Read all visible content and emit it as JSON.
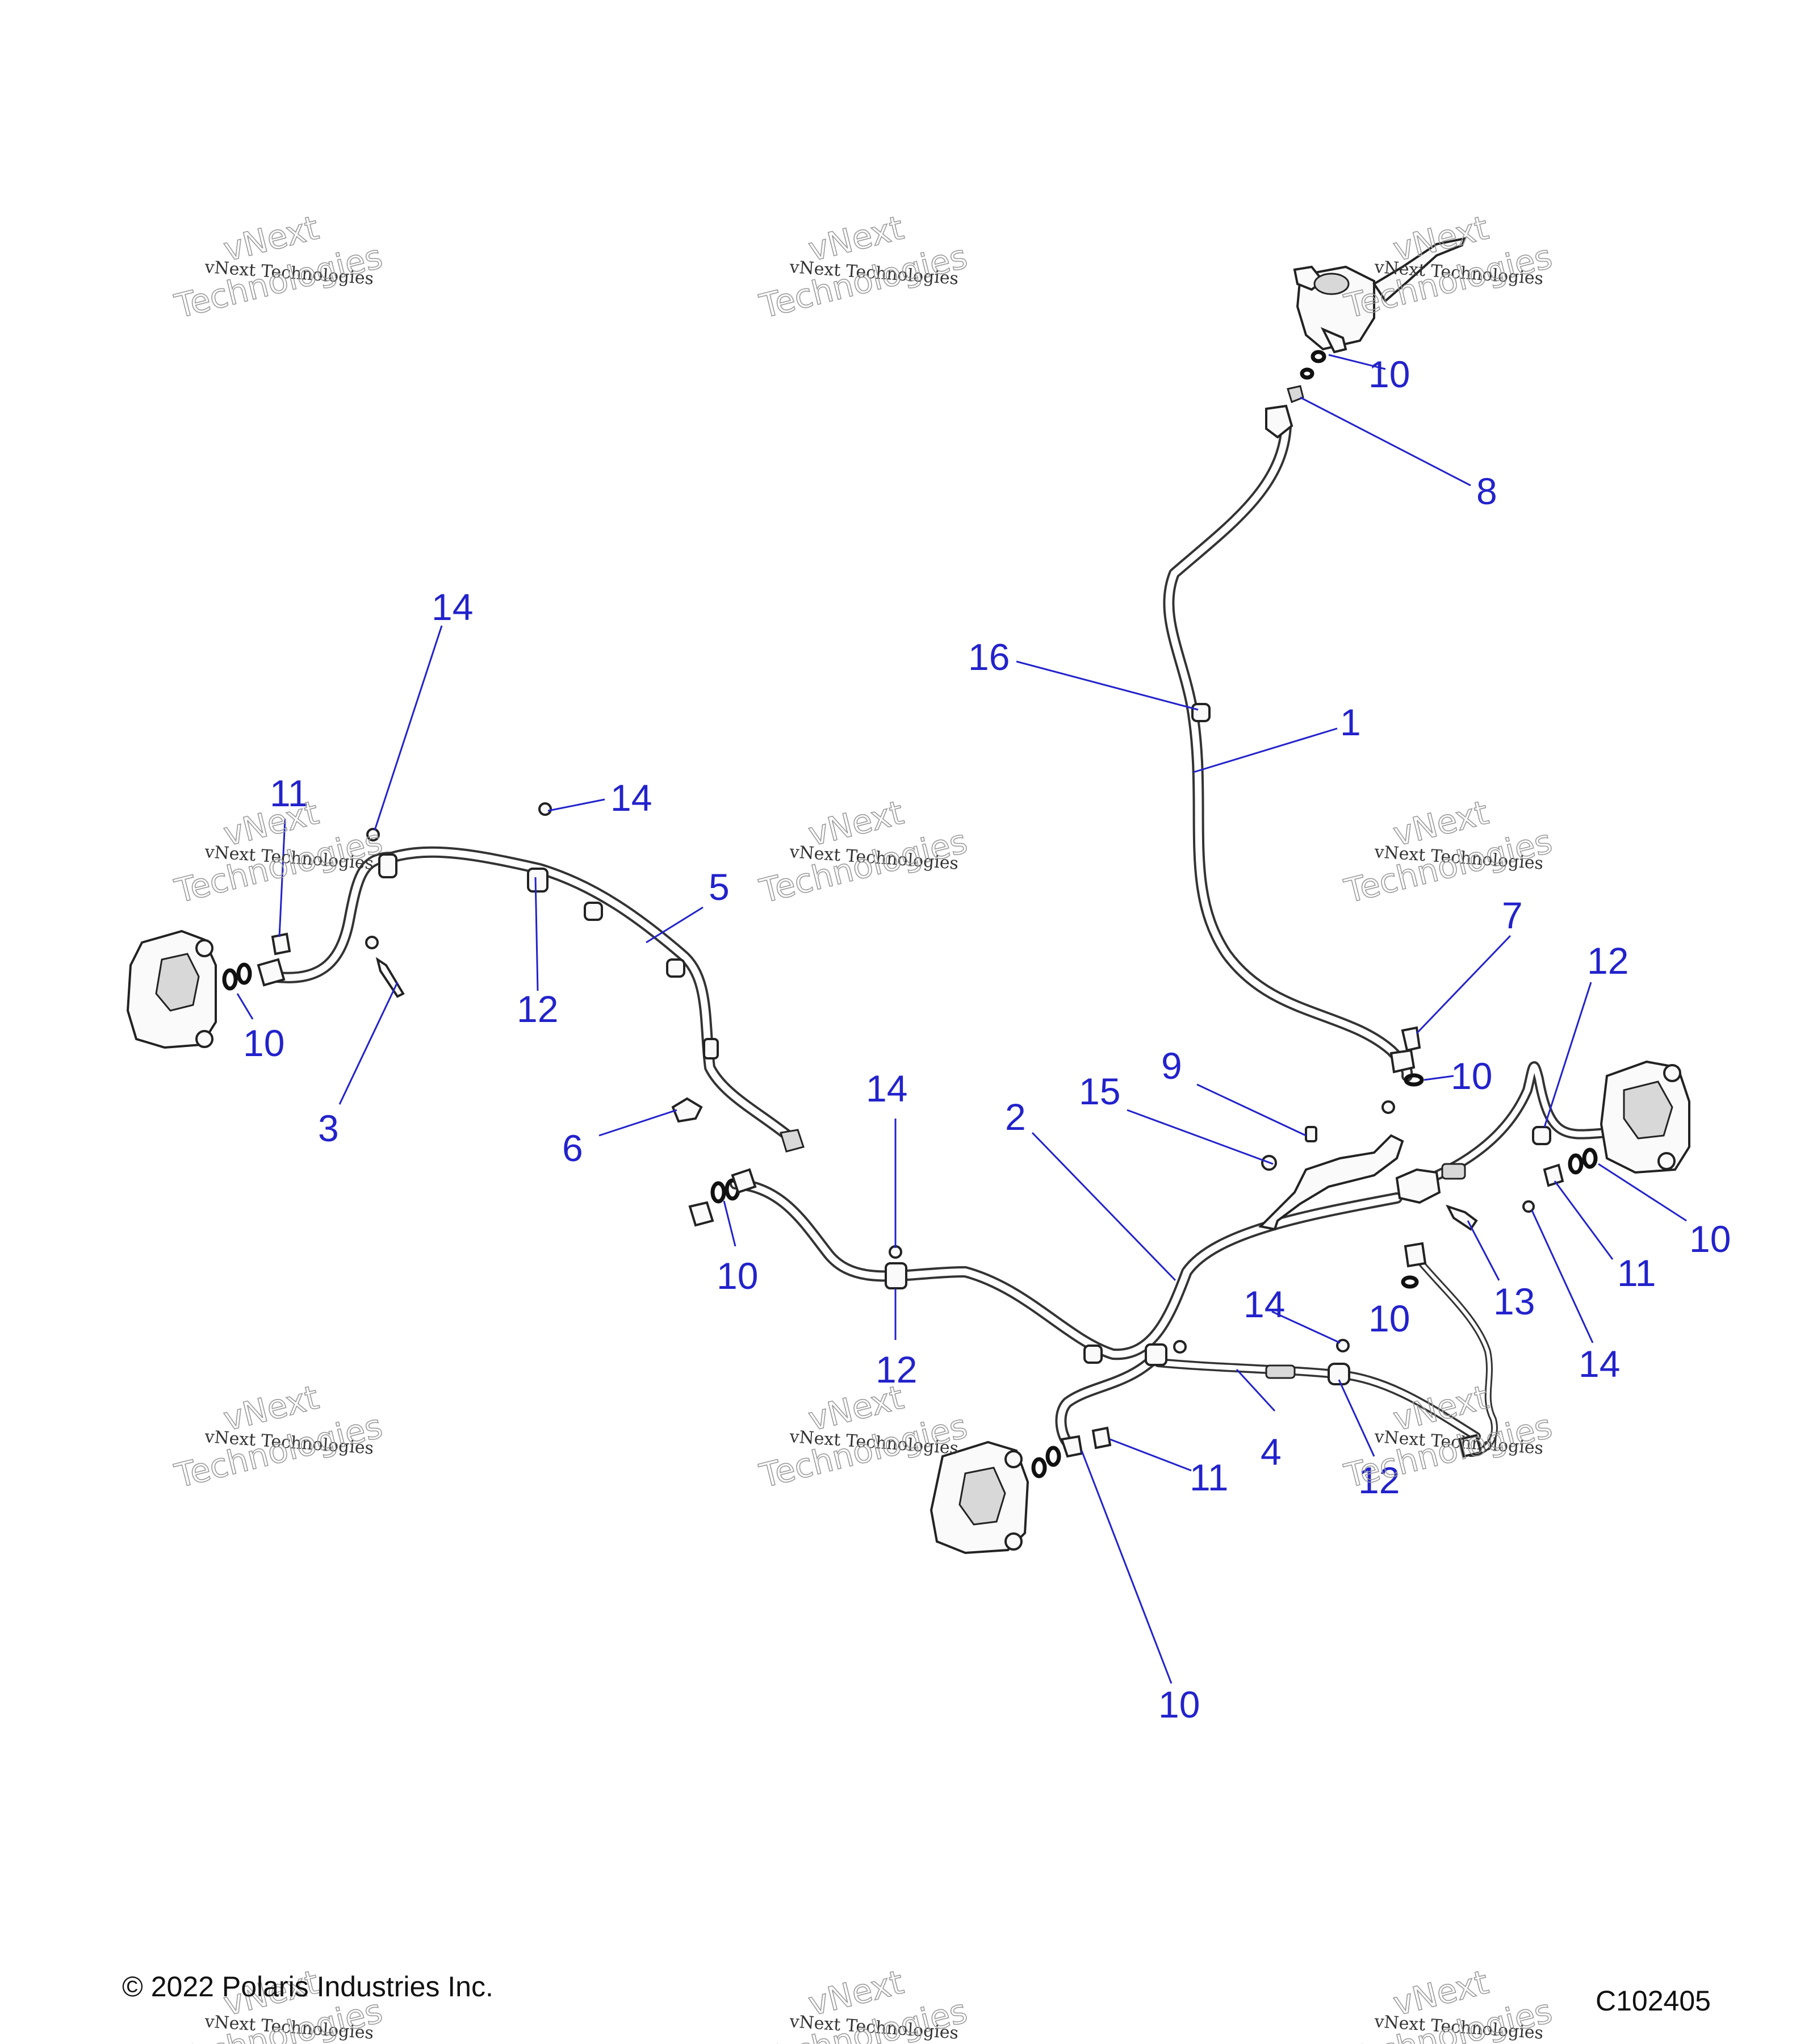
{
  "copyright": "© 2022 Polaris Industries Inc.",
  "figure_id": "C102405",
  "watermark": {
    "line1": "vNext",
    "line2": "vNext Technologies",
    "line3": "Technologies"
  },
  "callouts": [
    "1",
    "2",
    "3",
    "4",
    "5",
    "6",
    "7",
    "8",
    "9",
    "10",
    "11",
    "12",
    "13",
    "14",
    "15",
    "16"
  ],
  "colors": {
    "callout": "#2222cc",
    "lines": "#222222"
  }
}
